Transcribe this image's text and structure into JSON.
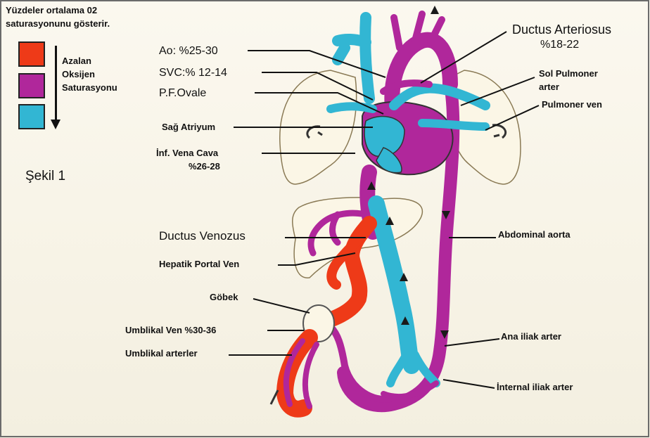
{
  "header": {
    "line1": "Yüzdeler ortalama 02",
    "line2": "saturasyonunu gösterir."
  },
  "legend": {
    "colors": [
      "#ee3a18",
      "#b0279b",
      "#32b6d3"
    ],
    "label_1": "Azalan",
    "label_2": "Oksijen",
    "label_3": "Saturasyonu"
  },
  "figure_label": "Şekil 1",
  "labels": {
    "ao": "Ao: %25-30",
    "svc": "SVC:% 12-14",
    "pf_ovale": "P.F.Ovale",
    "sag_atriyum": "Sağ Atriyum",
    "inf_vena_cava_1": "İnf. Vena Cava",
    "inf_vena_cava_2": "%26-28",
    "ductus_venozus": "Ductus Venozus",
    "hepatik_portal_ven": "Hepatik Portal Ven",
    "gobek": "Göbek",
    "umblikal_ven": "Umblikal Ven  %30-36",
    "umblikal_arterler": "Umblikal arterler",
    "ductus_arteriosus_1": "Ductus Arteriosus",
    "ductus_arteriosus_2": "%18-22",
    "sol_pulmoner_1": "Sol Pulmoner",
    "sol_pulmoner_2": "arter",
    "pulmoner_ven": "Pulmoner ven",
    "abdominal_aorta": "Abdominal aorta",
    "ana_iliak_arter": "Ana iliak arter",
    "internal_iliak_arter": "İnternal iliak arter"
  },
  "colors": {
    "oxygenated": "#ee3a18",
    "mixed": "#b0279b",
    "deoxygenated": "#32b6d3",
    "outline": "#7a6a4a"
  }
}
